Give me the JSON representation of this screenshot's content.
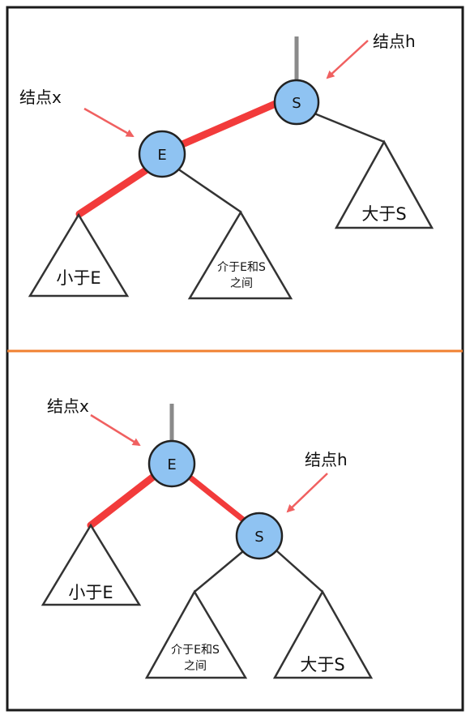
{
  "colors": {
    "frame": "#1a1a1a",
    "divider": "#f08030",
    "red_link": "#f23b3b",
    "black_link": "#333333",
    "root_stub": "#8a8a8a",
    "node_fill": "#8fc3f2",
    "node_stroke": "#222222",
    "arrow": "#f06060",
    "text": "#111111"
  },
  "top": {
    "node_e": "E",
    "node_s": "S",
    "label_x": "结点x",
    "label_h": "结点h",
    "subtree_less": "小于E",
    "subtree_between_line1": "介于E和S",
    "subtree_between_line2": "之间",
    "subtree_greater": "大于S"
  },
  "bottom": {
    "node_e": "E",
    "node_s": "S",
    "label_x": "结点x",
    "label_h": "结点h",
    "subtree_less": "小于E",
    "subtree_between_line1": "介于E和S",
    "subtree_between_line2": "之间",
    "subtree_greater": "大于S"
  }
}
